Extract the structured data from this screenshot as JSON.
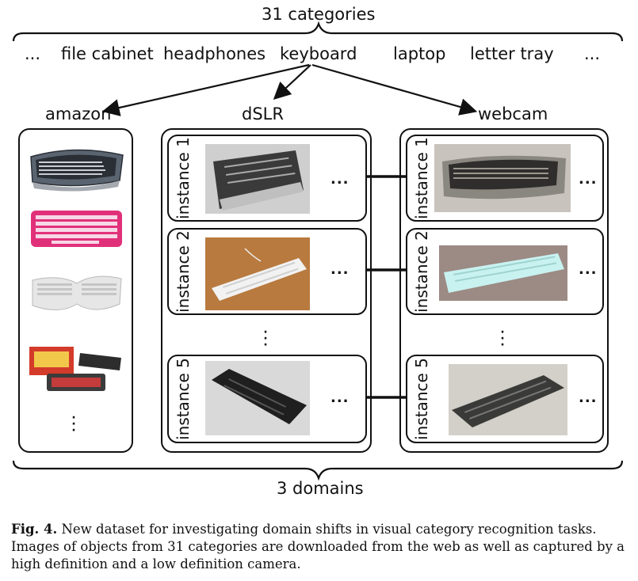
{
  "top_title": "31 categories",
  "categories": [
    "...",
    "file cabinet",
    "headphones",
    "keyboard",
    "laptop",
    "letter tray",
    "..."
  ],
  "domains": {
    "amazon": "amazon",
    "dslr": "dSLR",
    "webcam": "webcam"
  },
  "instances": {
    "i1": "instance 1",
    "i2": "instance 2",
    "i5": "instance 5"
  },
  "ellipsis": "...",
  "bottom_title": "3 domains",
  "caption": {
    "label": "Fig. 4.",
    "text": "New dataset for investigating domain shifts in visual category recognition tasks. Images of objects from 31 categories are downloaded from the web as well as captured by a high definition and a low definition camera."
  }
}
